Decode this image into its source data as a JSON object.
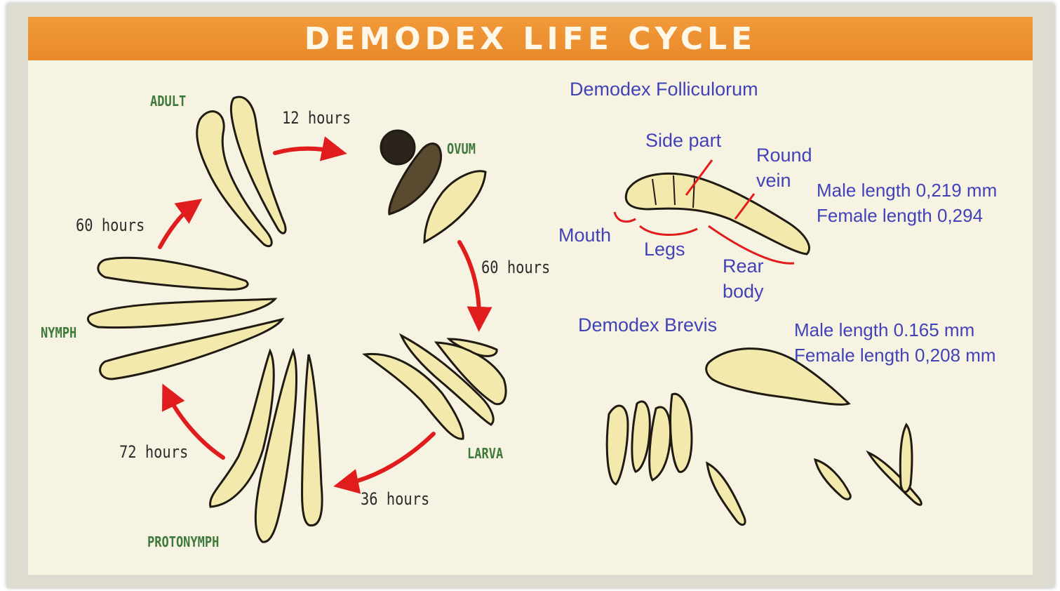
{
  "title": "DEMODEX LIFE CYCLE",
  "stages": {
    "adult": "ADULT",
    "ovum": "OVUM",
    "larva": "LARVA",
    "protonymph": "PROTONYMPH",
    "nymph": "NYMPH"
  },
  "durations": {
    "adult_to_ovum": "12 hours",
    "ovum_to_larva": "60 hours",
    "larva_to_protonymph": "36 hours",
    "protonymph_to_nymph": "72 hours",
    "nymph_to_adult": "60 hours"
  },
  "folliculorum": {
    "name": "Demodex Folliculorum",
    "side_part": "Side part",
    "round_vein_1": "Round",
    "round_vein_2": "vein",
    "mouth": "Mouth",
    "legs": "Legs",
    "rear_body_1": "Rear",
    "rear_body_2": "body",
    "male_length": "Male length 0,219 mm",
    "female_length": "Female length 0,294"
  },
  "brevis": {
    "name": "Demodex Brevis",
    "male_length": "Male length 0.165 mm",
    "female_length": "Female length 0,208 mm"
  },
  "colors": {
    "title_bar": "#ee9434",
    "background": "#f7f3e3",
    "stage_label": "#3d7a3a",
    "anatomy_label": "#4242b8",
    "arrow": "#e01c1c",
    "mite_body": "#f3e9ad",
    "mite_outline": "#1f1a12"
  }
}
